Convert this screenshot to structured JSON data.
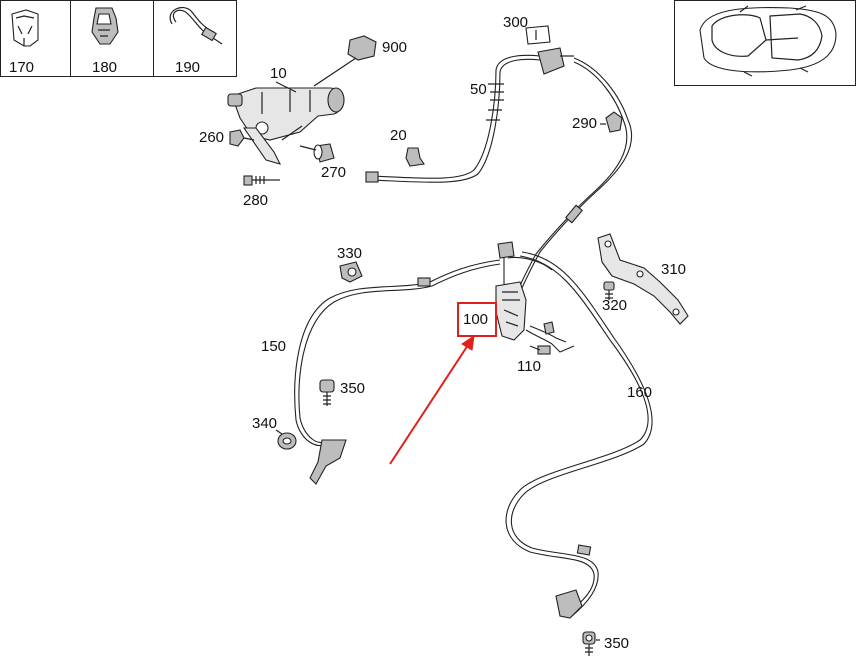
{
  "legend_parts": [
    {
      "number": "170",
      "icon": "clip-icon"
    },
    {
      "number": "180",
      "icon": "clip-icon"
    },
    {
      "number": "190",
      "icon": "cable-tie-icon"
    }
  ],
  "callouts": {
    "c10": "10",
    "c900": "900",
    "c260": "260",
    "c270": "270",
    "c280": "280",
    "c20": "20",
    "c50": "50",
    "c300": "300",
    "c290": "290",
    "c330": "330",
    "c150": "150",
    "c350a": "350",
    "c340": "340",
    "c100": "100",
    "c110": "110",
    "c160": "160",
    "c310": "310",
    "c320": "320",
    "c350b": "350"
  },
  "highlight": {
    "part": "100",
    "color": "#e0201b"
  },
  "vehicle_view": "car-top-view-icon"
}
